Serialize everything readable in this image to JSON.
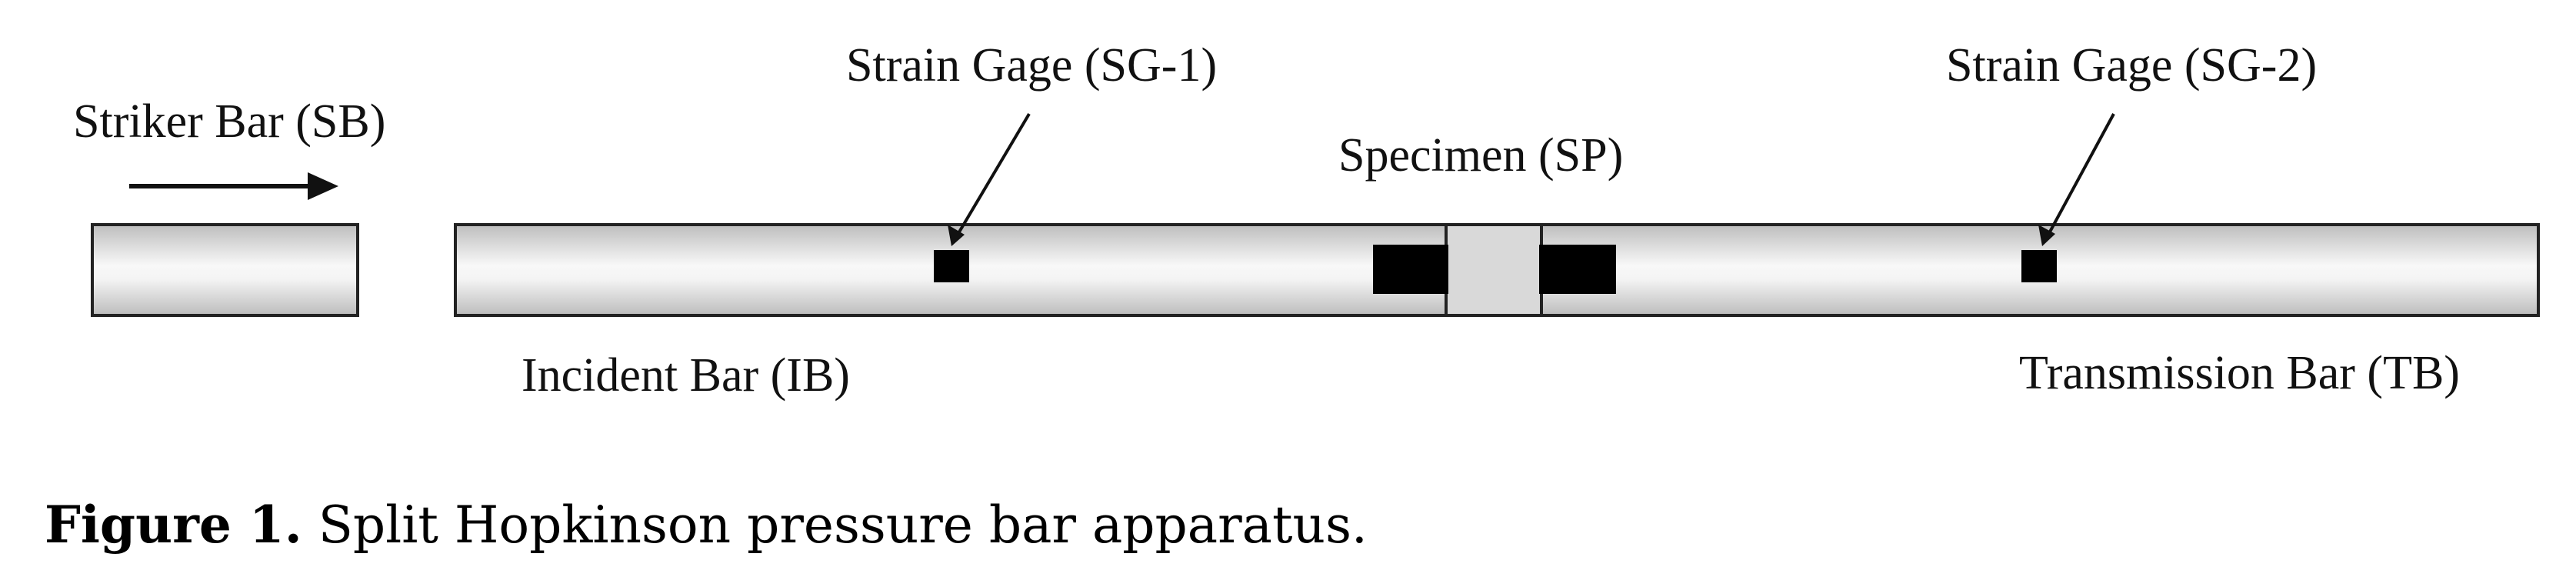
{
  "diagram": {
    "labels": {
      "striker_bar": "Striker Bar (SB)",
      "strain_gage_1": "Strain Gage (SG-1)",
      "specimen": "Specimen (SP)",
      "strain_gage_2": "Strain Gage (SG-2)",
      "incident_bar": "Incident Bar (IB)",
      "transmission_bar": "Transmission Bar (TB)"
    },
    "colors": {
      "bar_fill_edge": "#c8c8c8",
      "bar_fill_center": "#f7f7f7",
      "outline": "#222222",
      "gage": "#000000",
      "specimen": "#d9d9d9",
      "platen": "#000000"
    }
  },
  "caption": {
    "label": "Figure 1.",
    "text": " Split Hopkinson pressure bar apparatus."
  }
}
